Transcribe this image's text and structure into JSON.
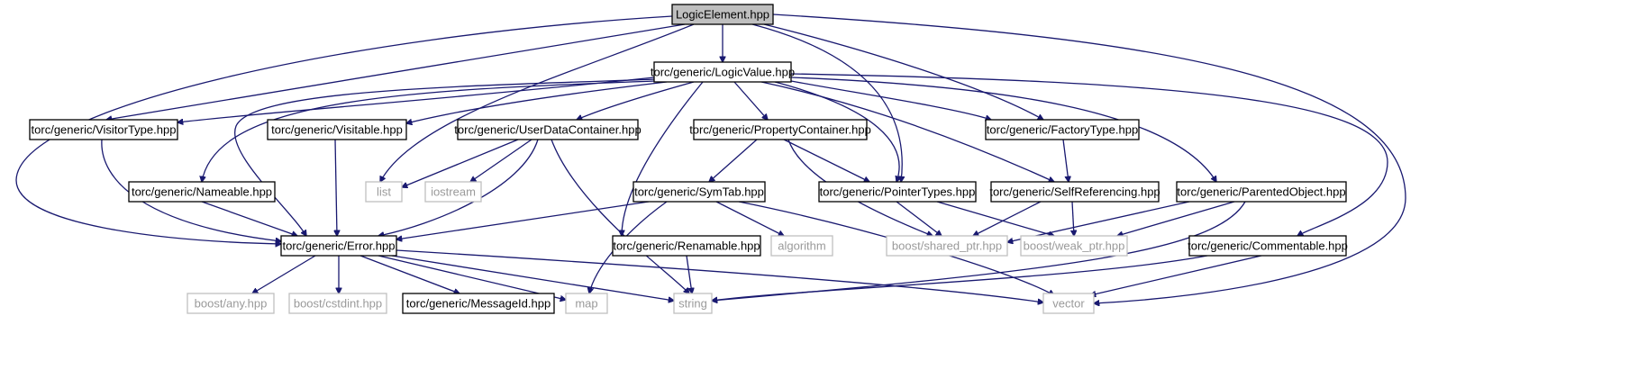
{
  "diagram": {
    "nodes": [
      {
        "id": "logic_element",
        "label": "LogicElement.hpp",
        "kind": "root"
      },
      {
        "id": "logic_value",
        "label": "torc/generic/LogicValue.hpp",
        "kind": "internal"
      },
      {
        "id": "visitor_type",
        "label": "torc/generic/VisitorType.hpp",
        "kind": "internal"
      },
      {
        "id": "visitable",
        "label": "torc/generic/Visitable.hpp",
        "kind": "internal"
      },
      {
        "id": "user_data_container",
        "label": "torc/generic/UserDataContainer.hpp",
        "kind": "internal"
      },
      {
        "id": "property_container",
        "label": "torc/generic/PropertyContainer.hpp",
        "kind": "internal"
      },
      {
        "id": "factory_type",
        "label": "torc/generic/FactoryType.hpp",
        "kind": "internal"
      },
      {
        "id": "nameable",
        "label": "torc/generic/Nameable.hpp",
        "kind": "internal"
      },
      {
        "id": "list",
        "label": "list",
        "kind": "external"
      },
      {
        "id": "iostream",
        "label": "iostream",
        "kind": "external"
      },
      {
        "id": "sym_tab",
        "label": "torc/generic/SymTab.hpp",
        "kind": "internal"
      },
      {
        "id": "pointer_types",
        "label": "torc/generic/PointerTypes.hpp",
        "kind": "internal"
      },
      {
        "id": "self_referencing",
        "label": "torc/generic/SelfReferencing.hpp",
        "kind": "internal"
      },
      {
        "id": "parented_object",
        "label": "torc/generic/ParentedObject.hpp",
        "kind": "internal"
      },
      {
        "id": "error",
        "label": "torc/generic/Error.hpp",
        "kind": "internal"
      },
      {
        "id": "renamable",
        "label": "torc/generic/Renamable.hpp",
        "kind": "internal"
      },
      {
        "id": "algorithm",
        "label": "algorithm",
        "kind": "external"
      },
      {
        "id": "shared_ptr",
        "label": "boost/shared_ptr.hpp",
        "kind": "external"
      },
      {
        "id": "weak_ptr",
        "label": "boost/weak_ptr.hpp",
        "kind": "external"
      },
      {
        "id": "commentable",
        "label": "torc/generic/Commentable.hpp",
        "kind": "internal"
      },
      {
        "id": "boost_any",
        "label": "boost/any.hpp",
        "kind": "external"
      },
      {
        "id": "boost_cstdint",
        "label": "boost/cstdint.hpp",
        "kind": "external"
      },
      {
        "id": "message_id",
        "label": "torc/generic/MessageId.hpp",
        "kind": "internal"
      },
      {
        "id": "map",
        "label": "map",
        "kind": "external"
      },
      {
        "id": "string",
        "label": "string",
        "kind": "external"
      },
      {
        "id": "vector",
        "label": "vector",
        "kind": "external"
      }
    ],
    "edges": [
      {
        "from": "logic_element",
        "to": "error"
      },
      {
        "from": "logic_element",
        "to": "visitor_type"
      },
      {
        "from": "logic_element",
        "to": "list"
      },
      {
        "from": "logic_element",
        "to": "logic_value"
      },
      {
        "from": "logic_element",
        "to": "pointer_types"
      },
      {
        "from": "logic_element",
        "to": "factory_type"
      },
      {
        "from": "logic_element",
        "to": "vector"
      },
      {
        "from": "logic_value",
        "to": "visitor_type"
      },
      {
        "from": "logic_value",
        "to": "error"
      },
      {
        "from": "logic_value",
        "to": "nameable"
      },
      {
        "from": "logic_value",
        "to": "visitable"
      },
      {
        "from": "logic_value",
        "to": "user_data_container"
      },
      {
        "from": "logic_value",
        "to": "renamable"
      },
      {
        "from": "logic_value",
        "to": "property_container"
      },
      {
        "from": "logic_value",
        "to": "pointer_types"
      },
      {
        "from": "logic_value",
        "to": "self_referencing"
      },
      {
        "from": "logic_value",
        "to": "factory_type"
      },
      {
        "from": "logic_value",
        "to": "parented_object"
      },
      {
        "from": "logic_value",
        "to": "commentable"
      },
      {
        "from": "visitor_type",
        "to": "error"
      },
      {
        "from": "visitable",
        "to": "error"
      },
      {
        "from": "nameable",
        "to": "error"
      },
      {
        "from": "user_data_container",
        "to": "list"
      },
      {
        "from": "user_data_container",
        "to": "iostream"
      },
      {
        "from": "user_data_container",
        "to": "error"
      },
      {
        "from": "user_data_container",
        "to": "string"
      },
      {
        "from": "property_container",
        "to": "sym_tab"
      },
      {
        "from": "property_container",
        "to": "pointer_types"
      },
      {
        "from": "property_container",
        "to": "shared_ptr"
      },
      {
        "from": "sym_tab",
        "to": "error"
      },
      {
        "from": "sym_tab",
        "to": "map"
      },
      {
        "from": "sym_tab",
        "to": "algorithm"
      },
      {
        "from": "sym_tab",
        "to": "vector"
      },
      {
        "from": "factory_type",
        "to": "self_referencing"
      },
      {
        "from": "pointer_types",
        "to": "shared_ptr"
      },
      {
        "from": "pointer_types",
        "to": "weak_ptr"
      },
      {
        "from": "self_referencing",
        "to": "shared_ptr"
      },
      {
        "from": "self_referencing",
        "to": "weak_ptr"
      },
      {
        "from": "parented_object",
        "to": "shared_ptr"
      },
      {
        "from": "parented_object",
        "to": "weak_ptr"
      },
      {
        "from": "parented_object",
        "to": "string"
      },
      {
        "from": "renamable",
        "to": "string"
      },
      {
        "from": "commentable",
        "to": "string"
      },
      {
        "from": "commentable",
        "to": "vector"
      },
      {
        "from": "error",
        "to": "boost_any"
      },
      {
        "from": "error",
        "to": "boost_cstdint"
      },
      {
        "from": "error",
        "to": "message_id"
      },
      {
        "from": "error",
        "to": "map"
      },
      {
        "from": "error",
        "to": "string"
      },
      {
        "from": "error",
        "to": "vector"
      }
    ]
  }
}
